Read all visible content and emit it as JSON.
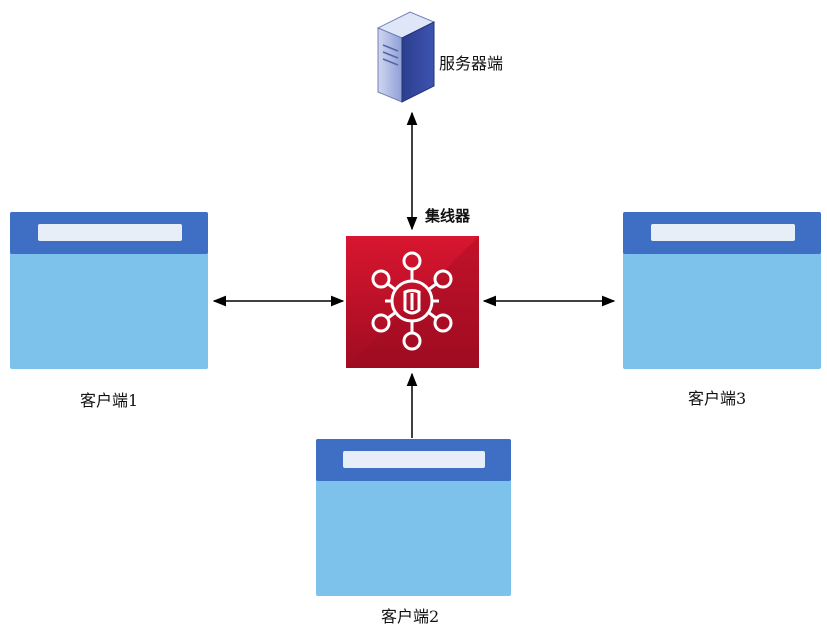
{
  "nodes": {
    "server": {
      "label": "服务器端",
      "icon": "server-icon"
    },
    "hub": {
      "label": "集线器",
      "icon": "hub-icon"
    },
    "client1": {
      "label": "客户端1",
      "icon": "browser-window-icon"
    },
    "client2": {
      "label": "客户端2",
      "icon": "browser-window-icon"
    },
    "client3": {
      "label": "客户端3",
      "icon": "browser-window-icon"
    }
  },
  "edges": [
    {
      "from": "server",
      "to": "hub",
      "direction": "both"
    },
    {
      "from": "client1",
      "to": "hub",
      "direction": "both"
    },
    {
      "from": "client3",
      "to": "hub",
      "direction": "both"
    },
    {
      "from": "client2",
      "to": "hub",
      "direction": "to-hub"
    }
  ],
  "colors": {
    "window_header": "#3e6fc4",
    "window_body": "#7cc2eb",
    "window_titlebar": "#e8eef8",
    "hub_red": "#c8102e",
    "hub_dark": "#8a0d1f",
    "arrow": "#000000"
  }
}
